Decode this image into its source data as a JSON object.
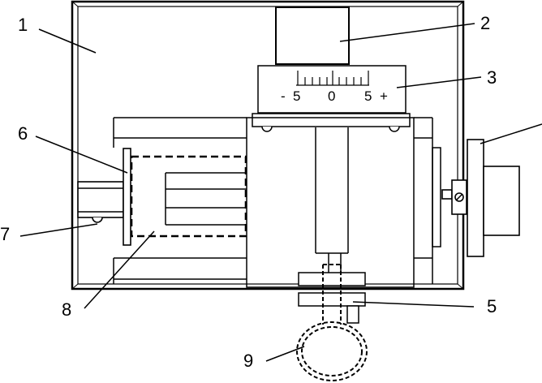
{
  "diagram": {
    "callouts": [
      {
        "id": "1",
        "label": "1"
      },
      {
        "id": "2",
        "label": "2"
      },
      {
        "id": "3",
        "label": "3"
      },
      {
        "id": "4",
        "label": ""
      },
      {
        "id": "5",
        "label": "5"
      },
      {
        "id": "6",
        "label": "6"
      },
      {
        "id": "7",
        "label": "7"
      },
      {
        "id": "8",
        "label": "8"
      },
      {
        "id": "9",
        "label": "9"
      }
    ],
    "scale": {
      "minus_label": "-",
      "minus_five": "5",
      "zero": "0",
      "plus_five": "5",
      "plus_label": "+"
    },
    "colors": {
      "line": "#000000",
      "frame_fill": "#ffffff",
      "dashed": "#000000"
    }
  }
}
